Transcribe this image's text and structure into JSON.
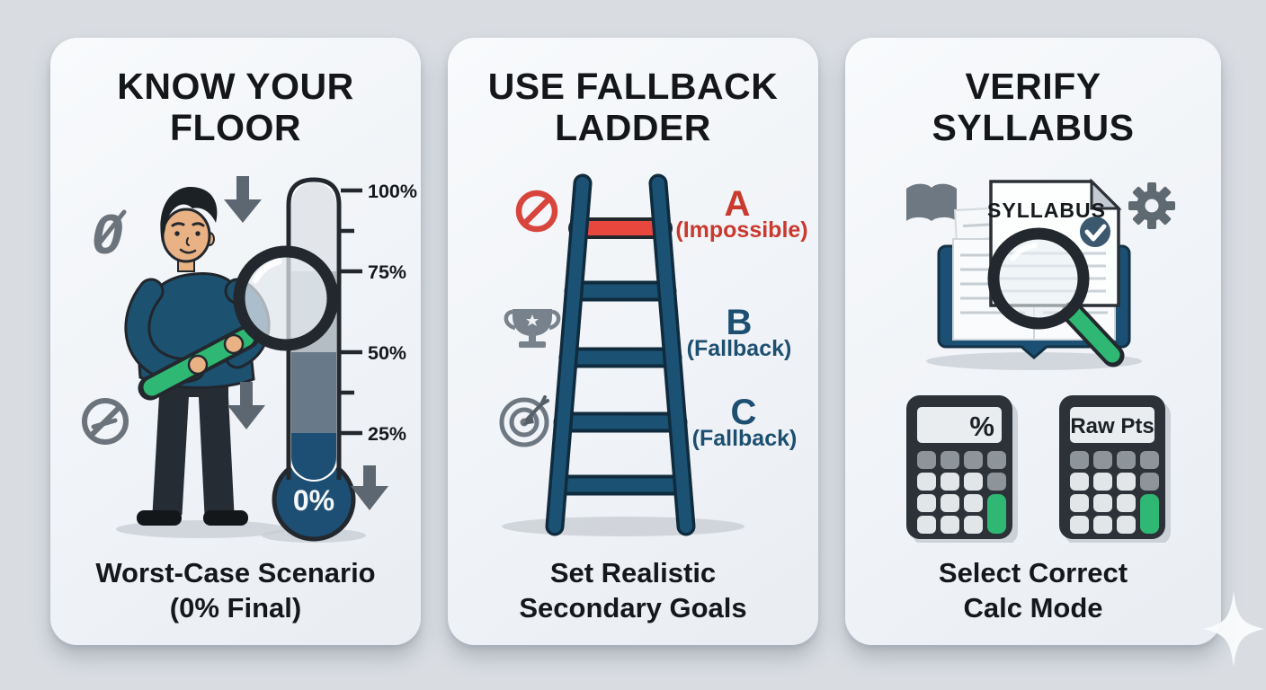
{
  "colors": {
    "page_background": "#d9dde2",
    "card_background": "#f1f4f7",
    "ink": "#141619",
    "dark_blue": "#1b4f74",
    "red": "#d8453c",
    "green": "#2eb873",
    "icon_gray": "#6e7883"
  },
  "icons": [
    "zero-icon",
    "down-arrow-icon",
    "magnifier-icon",
    "thermometer",
    "prohibited-icon",
    "no-entry-icon",
    "ladder",
    "trophy-icon",
    "target-icon",
    "open-book-icon",
    "gear-icon",
    "syllabus-document",
    "check-badge-icon",
    "calculator-icon",
    "sparkle-decoration"
  ],
  "card1": {
    "title": [
      "KNOW YOUR",
      "FLOOR"
    ],
    "zero_label": "0",
    "thermometer": {
      "labels": [
        "100%",
        "75%",
        "50%",
        "25%"
      ],
      "bulb_label": "0%"
    },
    "caption": [
      "Worst-Case Scenario",
      "(0% Final)"
    ]
  },
  "card2": {
    "title": [
      "USE FALLBACK",
      "LADDER"
    ],
    "goals": [
      {
        "grade": "A",
        "note": "(Impossible)"
      },
      {
        "grade": "B",
        "note": "(Fallback)"
      },
      {
        "grade": "C",
        "note": "(Fallback)"
      }
    ],
    "caption": [
      "Set Realistic",
      "Secondary Goals"
    ]
  },
  "card3": {
    "title": [
      "VERIFY",
      "SYLLABUS"
    ],
    "doc_label": "SYLLABUS",
    "calculators": [
      {
        "display": "%"
      },
      {
        "display": "Raw Pts"
      }
    ],
    "caption": [
      "Select Correct",
      "Calc Mode"
    ]
  }
}
